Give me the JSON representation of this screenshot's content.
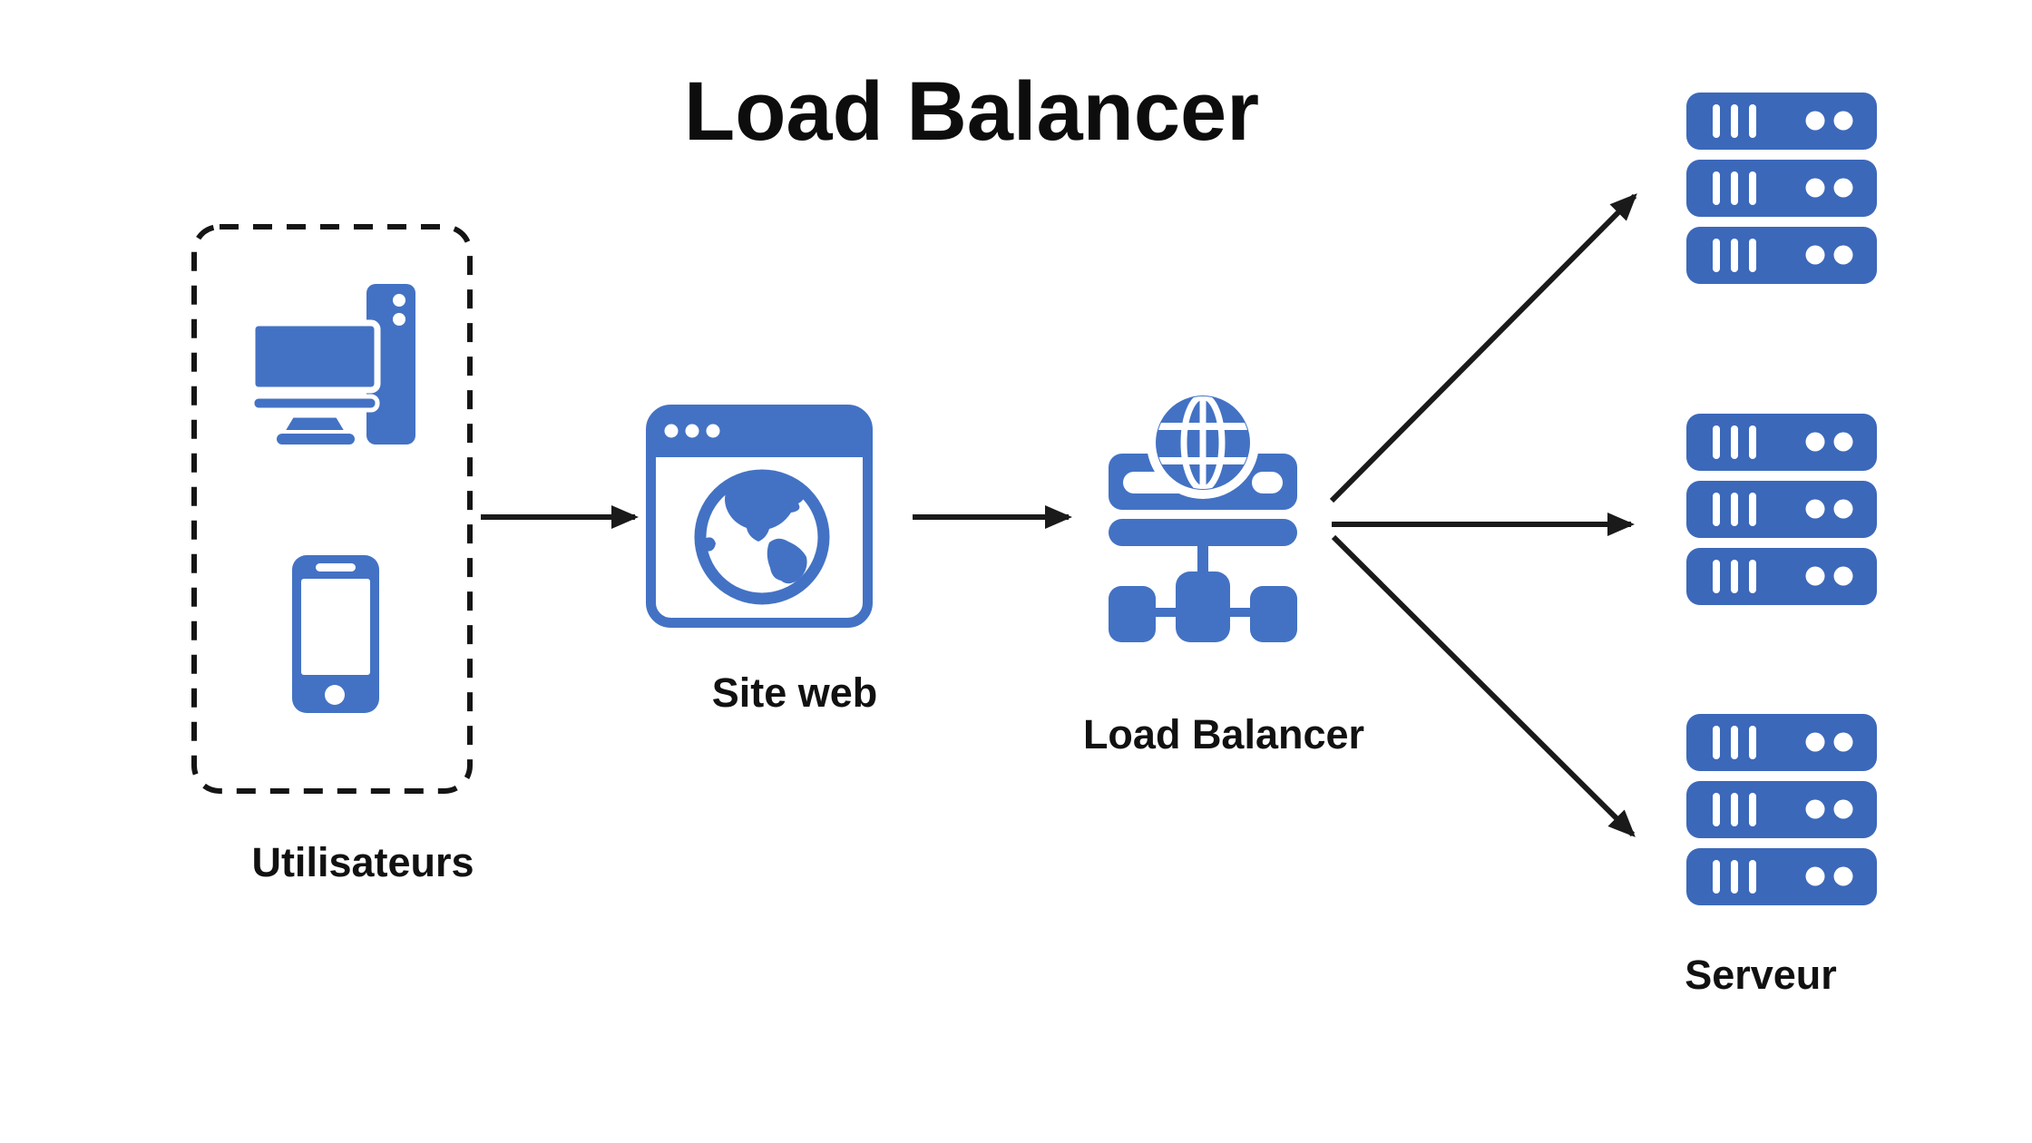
{
  "title": "Load Balancer",
  "colors": {
    "icon_blue": "#4372C4",
    "server_blue": "#3C68BA",
    "arrow_black": "#1A1A1A",
    "text_black": "#111111"
  },
  "nodes": {
    "users": {
      "label": "Utilisateurs",
      "icons": [
        "desktop-computer-icon",
        "smartphone-icon"
      ],
      "container": "dashed-rounded-box"
    },
    "website": {
      "label": "Site web",
      "icon": "browser-globe-icon"
    },
    "load_balancer": {
      "label": "Load Balancer",
      "icon": "load-balancer-icon"
    },
    "servers": {
      "label": "Serveur",
      "icon": "server-stack-icon",
      "stack_count": 3,
      "units_per_stack": 3
    }
  },
  "connections": [
    {
      "from": "users",
      "to": "website"
    },
    {
      "from": "website",
      "to": "load_balancer"
    },
    {
      "from": "load_balancer",
      "to": "server-stack-top"
    },
    {
      "from": "load_balancer",
      "to": "server-stack-middle"
    },
    {
      "from": "load_balancer",
      "to": "server-stack-bottom"
    }
  ]
}
